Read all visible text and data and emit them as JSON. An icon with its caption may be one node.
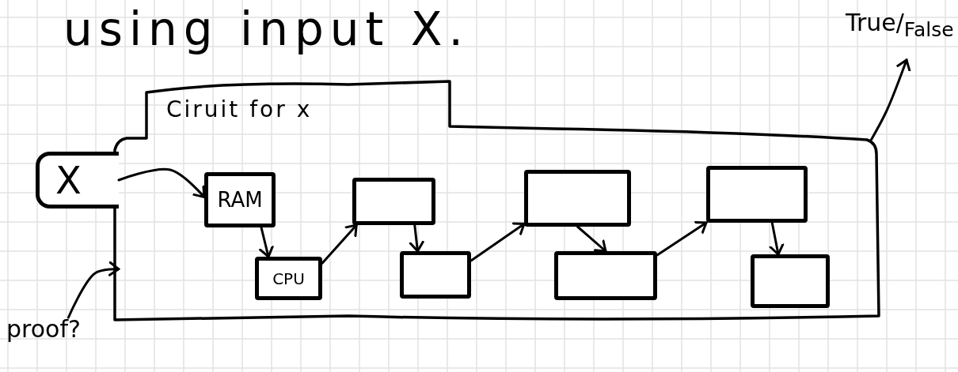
{
  "diagram": {
    "nodes": [
      {
        "text": [
          "Ciruit for x"
        ]
      },
      {
        "text": [
          "X"
        ]
      },
      {
        "text": [
          "RAM"
        ],
        "in": 0
      },
      {
        "text": [
          "CPU"
        ],
        "in": 0
      },
      {
        "text": [],
        "shape": "box",
        "in": 0
      },
      {
        "text": [],
        "shape": "box",
        "in": 0
      },
      {
        "text": [],
        "shape": "box",
        "in": 0
      },
      {
        "text": [],
        "shape": "box",
        "in": 0
      },
      {
        "text": [],
        "shape": "box",
        "in": 0
      },
      {
        "text": [],
        "shape": "box",
        "in": 0
      },
      {
        "text": [
          "True/$_{False}$"
        ]
      },
      {
        "text": [
          "proof?"
        ]
      }
    ],
    "edges": [
      {
        "from": 1,
        "to": 2,
        "arrow": "to"
      },
      {
        "from": 2,
        "to": 3,
        "arrow": "to"
      },
      {
        "from": 3,
        "to": 4,
        "arrow": "to"
      },
      {
        "from": 4,
        "to": 5,
        "arrow": "to"
      },
      {
        "from": 5,
        "to": 6,
        "arrow": "to"
      },
      {
        "from": 6,
        "to": 7,
        "arrow": "to"
      },
      {
        "from": 7,
        "to": 8,
        "arrow": "to"
      },
      {
        "from": 8,
        "to": 9,
        "arrow": "to"
      },
      {
        "from": 0,
        "to": 10,
        "arrow": "to"
      },
      {
        "from": 11,
        "to": 0,
        "arrow": "to"
      }
    ],
    "labels": [
      "using input X."
    ]
  }
}
